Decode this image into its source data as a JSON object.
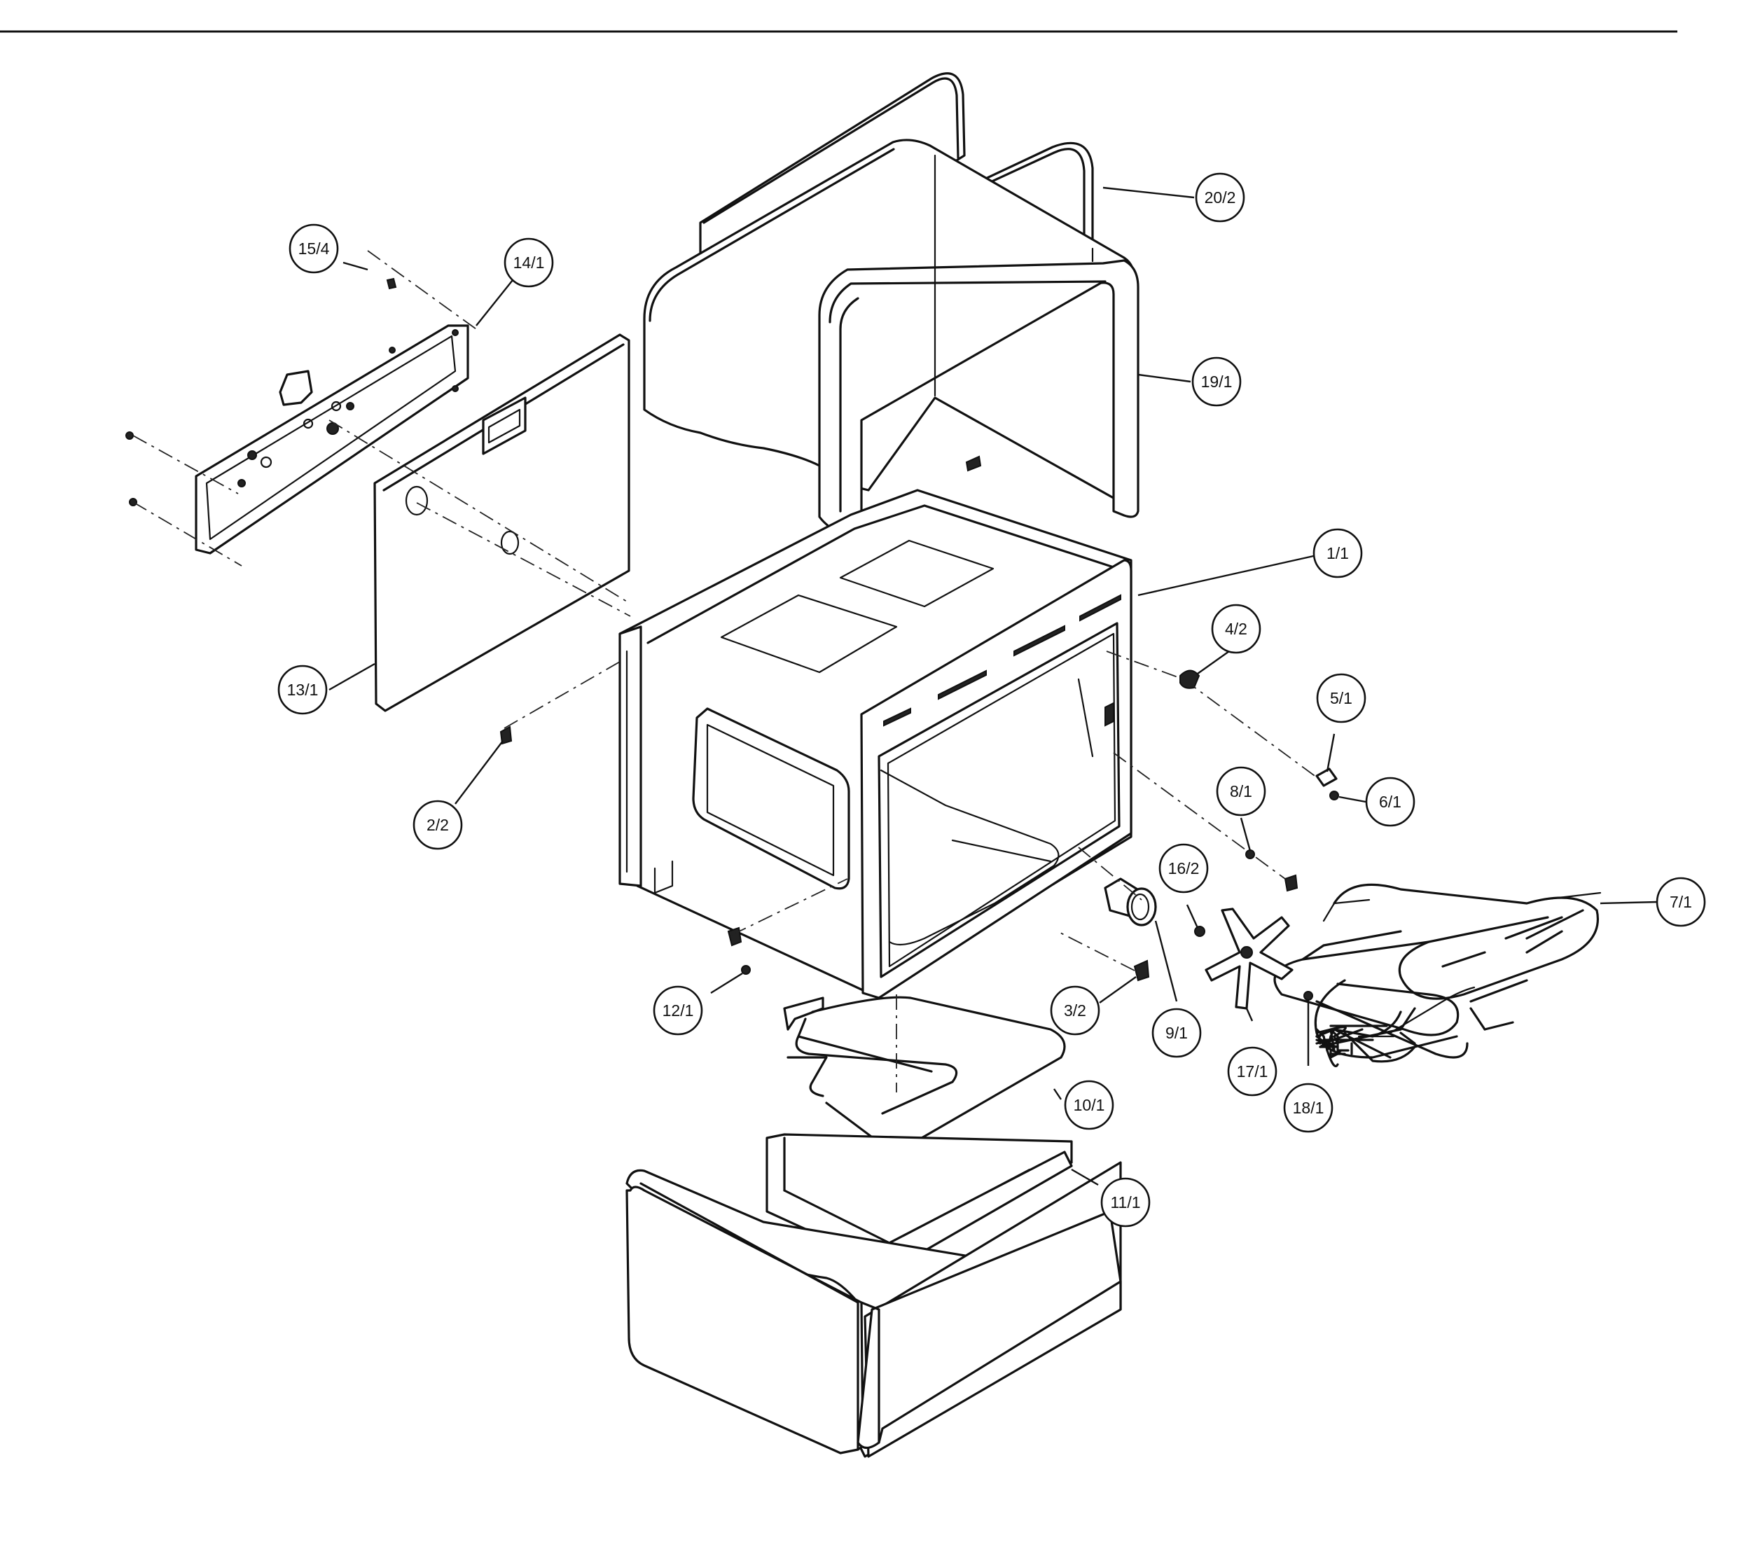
{
  "diagram": {
    "callouts": [
      {
        "id": "c-20-2",
        "text": "20/2"
      },
      {
        "id": "c-19-1",
        "text": "19/1"
      },
      {
        "id": "c-15-4",
        "text": "15/4"
      },
      {
        "id": "c-14-1",
        "text": "14/1"
      },
      {
        "id": "c-13-1",
        "text": "13/1"
      },
      {
        "id": "c-1-1",
        "text": "1/1"
      },
      {
        "id": "c-4-2",
        "text": "4/2"
      },
      {
        "id": "c-5-1",
        "text": "5/1"
      },
      {
        "id": "c-6-1",
        "text": "6/1"
      },
      {
        "id": "c-2-2",
        "text": "2/2"
      },
      {
        "id": "c-8-1",
        "text": "8/1"
      },
      {
        "id": "c-16-2",
        "text": "16/2"
      },
      {
        "id": "c-7-1",
        "text": "7/1"
      },
      {
        "id": "c-12-1",
        "text": "12/1"
      },
      {
        "id": "c-3-2",
        "text": "3/2"
      },
      {
        "id": "c-9-1",
        "text": "9/1"
      },
      {
        "id": "c-17-1",
        "text": "17/1"
      },
      {
        "id": "c-18-1",
        "text": "18/1"
      },
      {
        "id": "c-10-1",
        "text": "10/1"
      },
      {
        "id": "c-11-1",
        "text": "11/1"
      }
    ]
  }
}
